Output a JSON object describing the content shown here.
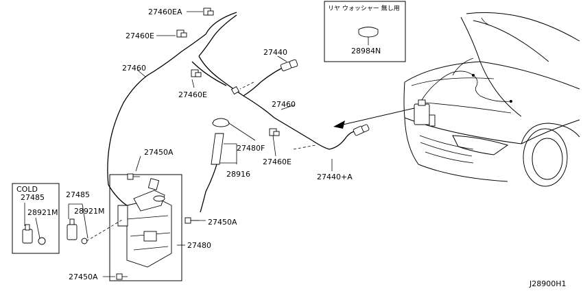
{
  "parts": {
    "p27460EA": "27460EA",
    "p27460E_a": "27460E",
    "p27460_a": "27460",
    "p27460E_b": "27460E",
    "p27440": "27440",
    "p27460_b": "27460",
    "p27460E_c": "27460E",
    "p27480F": "27480F",
    "p28916": "28916",
    "p27440A": "27440+A",
    "p27450A_a": "27450A",
    "p27450A_b": "27450A",
    "p27450A_c": "27450A",
    "p27480": "27480",
    "p27485_a": "27485",
    "p28921M_a": "28921M",
    "p27485_b": "27485",
    "p28921M_b": "28921M",
    "p28984N": "28984N"
  },
  "cold_box": {
    "title": "COLD"
  },
  "rear_box": {
    "note": "リヤ ウォッシャー 無し用"
  },
  "diagram_id": "J28900H1"
}
